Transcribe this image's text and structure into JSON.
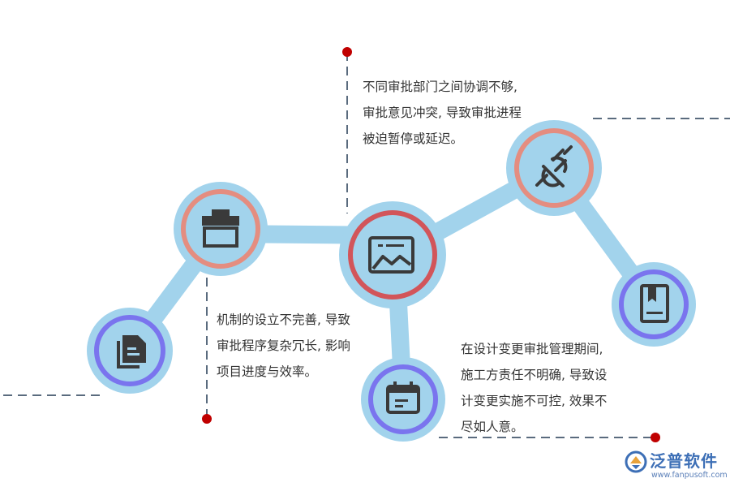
{
  "nodes": [
    {
      "id": "doc",
      "icon": "documents-icon",
      "ring": "#7a74ee"
    },
    {
      "id": "toolbox",
      "icon": "toolbox-icon",
      "ring": "#e48d80"
    },
    {
      "id": "analytics",
      "icon": "chart-window-icon",
      "ring": "#d2555a"
    },
    {
      "id": "plug",
      "icon": "plug-icon",
      "ring": "#e48d80"
    },
    {
      "id": "book",
      "icon": "bookmark-book-icon",
      "ring": "#7a74ee"
    },
    {
      "id": "calendar",
      "icon": "calendar-icon",
      "ring": "#7a74ee"
    }
  ],
  "colors": {
    "connector": "#a2d3ec",
    "node_fill": "#a2d3ec",
    "icon": "#3a3a3a",
    "dash": "#5a6b7e",
    "dot": "#c00000"
  },
  "callouts": {
    "top": {
      "lines": [
        "不同审批部门之间协调不够,",
        "审批意见冲突, 导致审批进程",
        "被迫暂停或延迟。"
      ]
    },
    "left": {
      "lines": [
        "机制的设立不完善, 导致",
        "审批程序复杂冗长, 影响",
        "项目进度与效率。"
      ]
    },
    "right": {
      "lines": [
        "在设计变更审批管理期间,",
        "施工方责任不明确, 导致设",
        "计变更实施不可控, 效果不",
        "尽如人意。"
      ]
    }
  },
  "logo": {
    "name": "泛普软件",
    "url": "www.fanpusoft.com"
  }
}
